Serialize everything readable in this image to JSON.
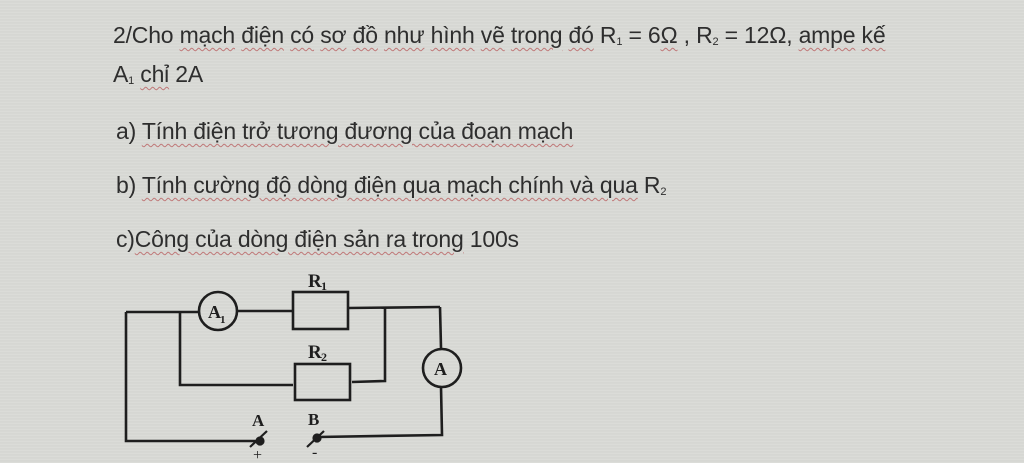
{
  "problem": {
    "line1": {
      "prefix": "2/Cho ",
      "words": [
        "mạch",
        "điện",
        "có",
        "sơ",
        "đồ",
        "như",
        "hình",
        "vẽ",
        "trong",
        "đó"
      ],
      "r1_label": "R",
      "r1_sub": "1",
      "r1_value": " = 6",
      "ohm1": "Ω",
      "comma1": " , ",
      "r2_label": "R",
      "r2_sub": "2",
      "r2_value": " = 12Ω, ",
      "ampe": "ampe",
      "ke": "kế"
    },
    "line2": {
      "a_label": "A",
      "a_sub": "1",
      "chi": "chỉ",
      "value": " 2A"
    },
    "question_a": {
      "prefix": "a) ",
      "text": "Tính điện trở tương đương của đoạn mạch"
    },
    "question_b": {
      "prefix": "b) ",
      "text": "Tính cường độ dòng điện qua mạch chính và qua",
      "r_label": " R",
      "r_sub": "2"
    },
    "question_c": {
      "prefix": "c)",
      "text": "Công của dòng điện sản ra trong",
      "suffix": " 100s"
    }
  },
  "diagram": {
    "r1_label": "R",
    "r1_sub": "1",
    "r2_label": "R",
    "r2_sub": "2",
    "ammeter1_label": "A",
    "ammeter1_sub": "1",
    "ammeter_main_label": "A",
    "terminal_a_label": "A",
    "terminal_b_label": "B",
    "terminal_a_sign": "+",
    "terminal_b_sign": "-"
  }
}
